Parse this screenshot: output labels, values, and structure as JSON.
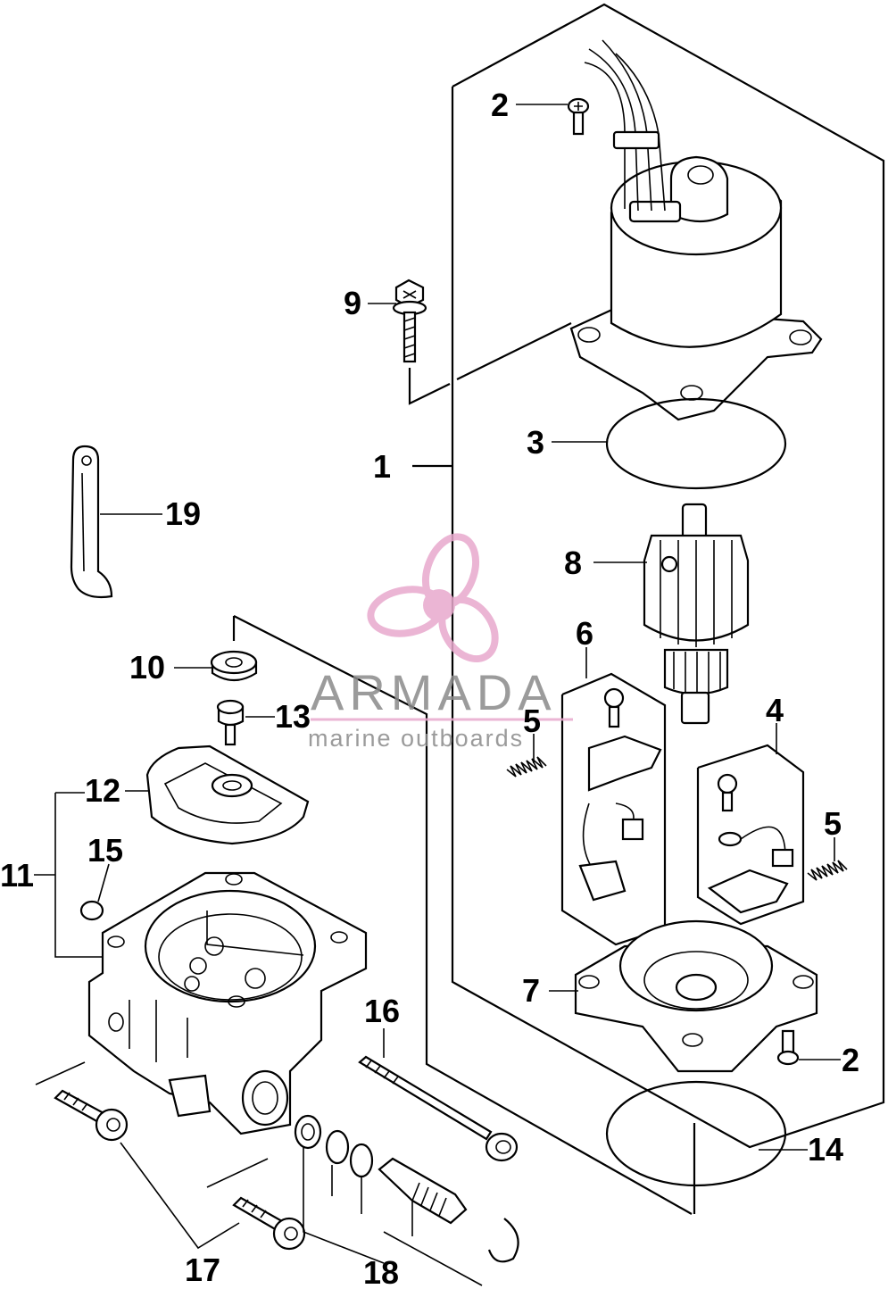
{
  "diagram": {
    "callouts": {
      "c1": "1",
      "c2a": "2",
      "c2b": "2",
      "c3": "3",
      "c4": "4",
      "c5a": "5",
      "c5b": "5",
      "c6": "6",
      "c7": "7",
      "c8": "8",
      "c9": "9",
      "c10": "10",
      "c11": "11",
      "c12": "12",
      "c13": "13",
      "c14": "14",
      "c15": "15",
      "c16": "16",
      "c17": "17",
      "c18": "18",
      "c19": "19"
    }
  },
  "watermark": {
    "brand": "ARMADA",
    "tagline": "marine outboards",
    "brand_color": "#e8a9cd",
    "text_color": "#8a8a8a"
  }
}
